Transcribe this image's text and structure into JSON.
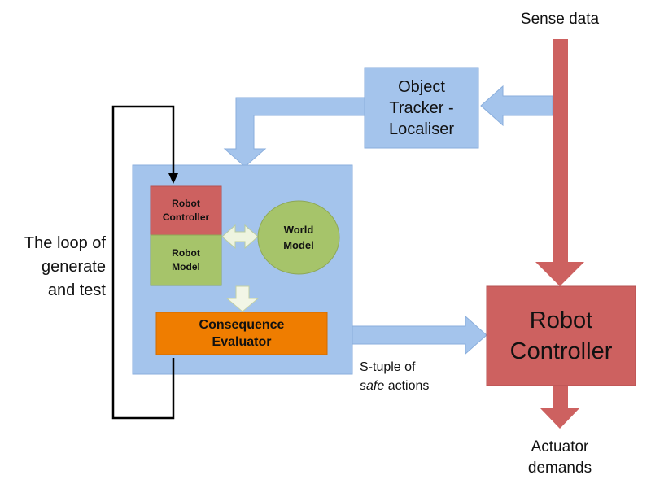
{
  "sense_data": "Sense data",
  "object_tracker": {
    "line1": "Object",
    "line2": "Tracker -",
    "line3": "Localiser"
  },
  "inner": {
    "robot_controller": {
      "line1": "Robot",
      "line2": "Controller"
    },
    "robot_model": {
      "line1": "Robot",
      "line2": "Model"
    },
    "world_model": {
      "line1": "World",
      "line2": "Model"
    },
    "consequence_evaluator": {
      "line1": "Consequence",
      "line2": "Evaluator"
    }
  },
  "loop_label": {
    "line1": "The loop of",
    "line2": "generate",
    "line3": "and test"
  },
  "output_label": {
    "line1": "S-tuple of",
    "line2_italic": "safe",
    "line2_rest": " actions"
  },
  "robot_controller_main": {
    "line1": "Robot",
    "line2": "Controller"
  },
  "actuator_label": {
    "line1": "Actuator",
    "line2": "demands"
  },
  "colors": {
    "blue_fill": "#a4c4ec",
    "blue_stroke": "#8aaedc",
    "red_fill": "#cd6160",
    "green_fill": "#a6c46a",
    "orange_fill": "#ef7d00",
    "loop_stroke": "#000000"
  }
}
